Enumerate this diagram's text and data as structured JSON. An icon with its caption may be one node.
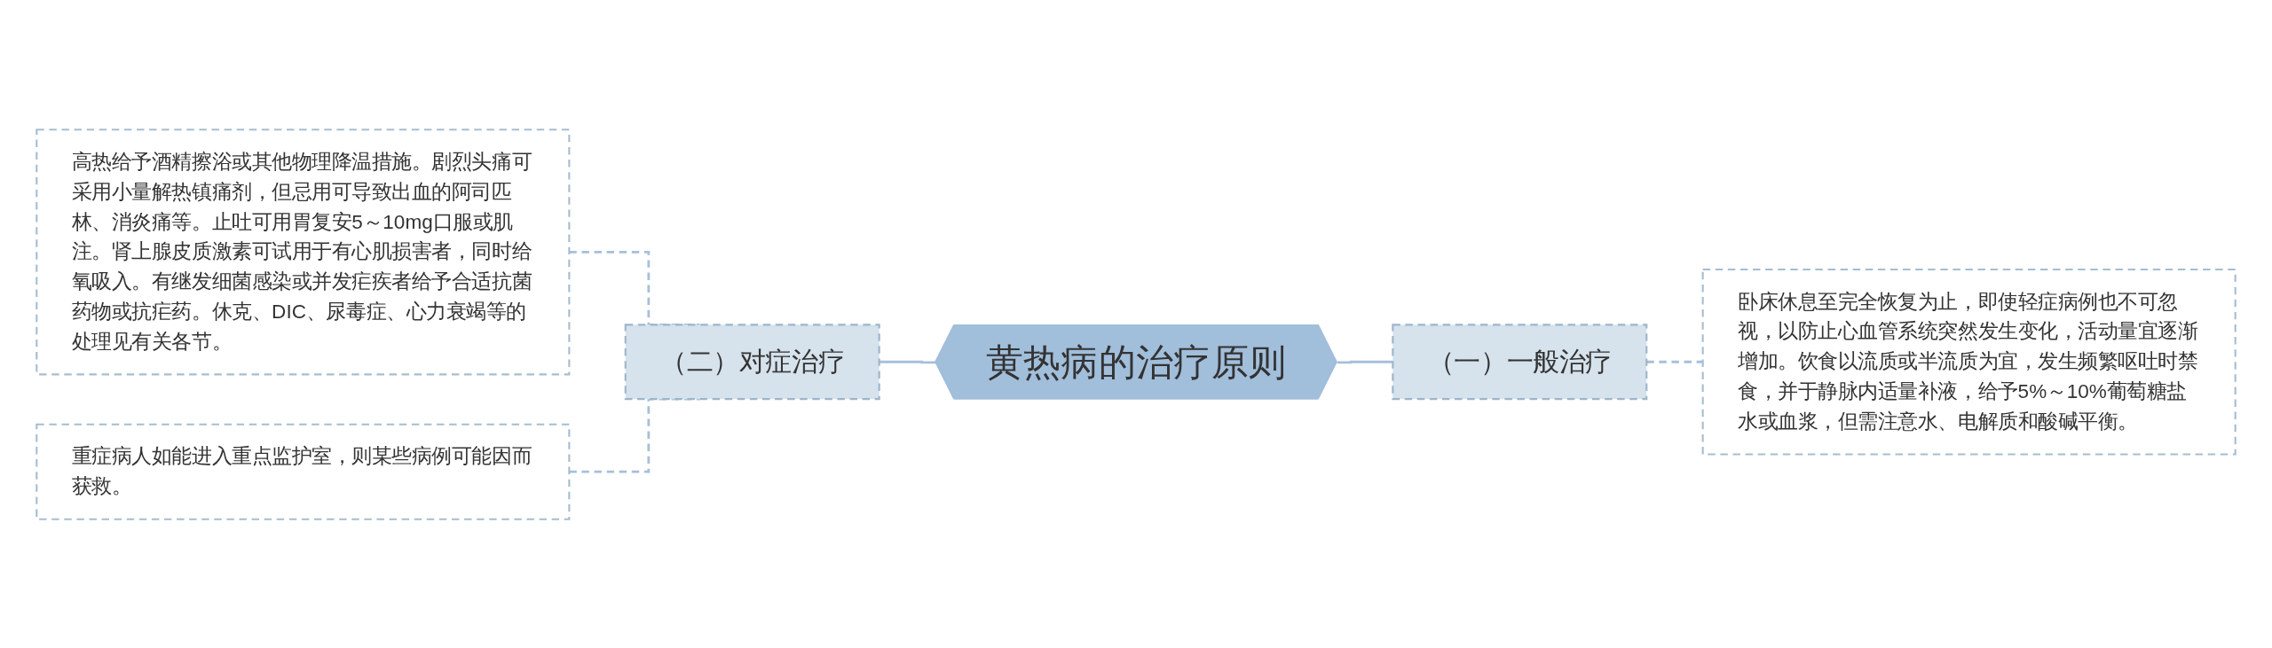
{
  "diagram": {
    "nodes": [
      {
        "text": [
          "黄热病的治疗原则"
        ]
      },
      {
        "text": [
          "（一）一般治疗"
        ]
      },
      {
        "text": [
          "卧床休息至完全恢复为止，即使轻症病例也不可忽视，以防止心血管系统突然发生变化，活动量宜逐渐增加。饮食以流质或半流质为宜，发生频繁呕吐时禁食，并于静脉内适量补液，给予5%～10%葡萄糖盐水或血浆，但需注意水、电解质和酸碱平衡。"
        ]
      },
      {
        "text": [
          "（二）对症治疗"
        ]
      },
      {
        "text": [
          "高热给予酒精擦浴或其他物理降温措施。剧烈头痛可采用小量解热镇痛剂，但忌用可导致出血的阿司匹林、消炎痛等。止吐可用胃复安5～10mg口服或肌注。肾上腺皮质激素可试用于有心肌损害者，同时给氧吸入。有继发细菌感染或并发疟疾者给予合适抗菌药物或抗疟药。休克、DIC、尿毒症、心力衰竭等的处理见有关各节。"
        ]
      },
      {
        "text": [
          "重症病人如能进入重点监护室，则某些病例可能因而获救。"
        ]
      }
    ],
    "edges": [
      {
        "from": 0,
        "to": 1,
        "arrow": "none"
      },
      {
        "from": 1,
        "to": 2,
        "arrow": "none",
        "style": "dashed"
      },
      {
        "from": 3,
        "to": 0,
        "arrow": "none"
      },
      {
        "from": 4,
        "to": 3,
        "arrow": "none",
        "style": "dashed"
      },
      {
        "from": 5,
        "to": 3,
        "arrow": "none",
        "style": "dashed"
      }
    ]
  }
}
